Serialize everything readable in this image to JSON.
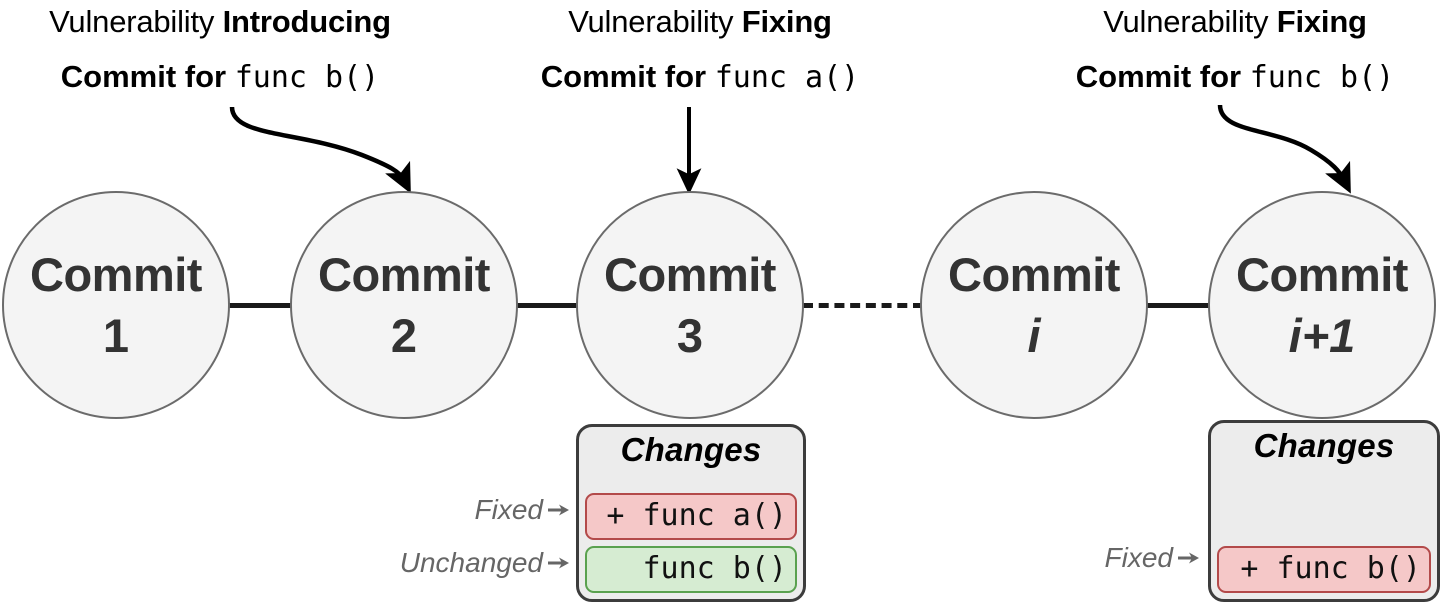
{
  "figure": {
    "title": "Vulnerability introducing and fixing commit history timeline",
    "background": "#ffffff"
  },
  "colors": {
    "node_fill": "#f4f4f4",
    "node_stroke": "#6b6b6b",
    "node_text": "#333333",
    "edge": "#1a1a1a",
    "panel_fill": "#ececec",
    "panel_stroke": "#3c3c3c",
    "removed_fill": "#f5c8c8",
    "removed_stroke": "#b34a4a",
    "kept_fill": "#d6ecd2",
    "kept_stroke": "#5aa14f",
    "side_label": "#666666"
  },
  "annotations": [
    {
      "id": "introducing",
      "line1_prefix": "Vulnerability ",
      "line1_bold": "Introducing",
      "line2_bold": "Commit for ",
      "line2_mono": "func b()"
    },
    {
      "id": "fixing-a",
      "line1_prefix": "Vulnerability ",
      "line1_bold": "Fixing",
      "line2_bold": "Commit for ",
      "line2_mono": "func a()"
    },
    {
      "id": "fixing-b",
      "line1_prefix": "Vulnerability ",
      "line1_bold": "Fixing",
      "line2_bold": "Commit for ",
      "line2_mono": "func b()"
    }
  ],
  "commits": [
    {
      "word": "Commit",
      "id": "1",
      "italic": false
    },
    {
      "word": "Commit",
      "id": "2",
      "italic": false
    },
    {
      "word": "Commit",
      "id": "3",
      "italic": false
    },
    {
      "word": "Commit",
      "id": "i",
      "italic": true
    },
    {
      "word": "Commit",
      "id": "i+1",
      "italic": true
    }
  ],
  "edges": [
    {
      "from": "1",
      "to": "2",
      "style": "solid"
    },
    {
      "from": "2",
      "to": "3",
      "style": "solid"
    },
    {
      "from": "3",
      "to": "i",
      "style": "dashed"
    },
    {
      "from": "i",
      "to": "i+1",
      "style": "solid"
    }
  ],
  "changes_panels": [
    {
      "id": "panel-commit-3",
      "title": "Changes",
      "rows": [
        {
          "text": "+ func a()",
          "kind": "removed",
          "side_label": "Fixed"
        },
        {
          "text": "func b()",
          "kind": "kept",
          "side_label": "Unchanged"
        }
      ]
    },
    {
      "id": "panel-commit-i1",
      "title": "Changes",
      "rows": [
        {
          "text": "+ func b()",
          "kind": "removed",
          "side_label": "Fixed"
        }
      ]
    }
  ]
}
